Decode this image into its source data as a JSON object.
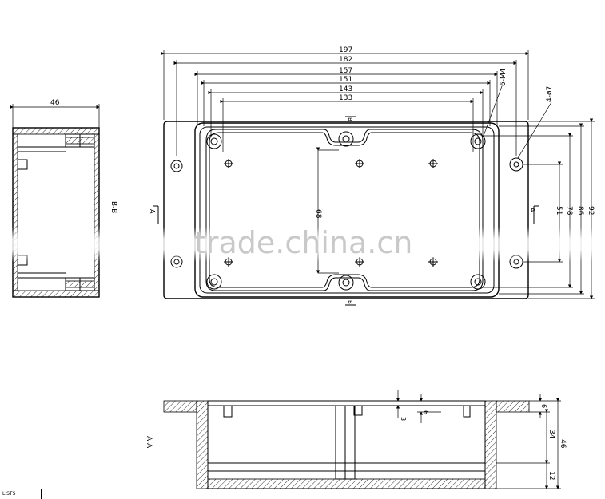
{
  "top_view": {
    "dims_horizontal": [
      "197",
      "182",
      "157",
      "151",
      "143",
      "133"
    ],
    "dims_vertical": [
      "92",
      "86",
      "78",
      "51"
    ],
    "inner_dim": "68",
    "callout_screws": "6-M4",
    "callout_holes": "4-ø7",
    "section_marks": {
      "a": "A",
      "b": "B"
    }
  },
  "side_view": {
    "width_dim": "46",
    "section_label": "B-B"
  },
  "section_view": {
    "section_label": "A-A",
    "dims": [
      "3",
      "6",
      "6",
      "34",
      "46",
      "12"
    ]
  },
  "watermark": "trade.china.cn",
  "footer_label": "LISTS"
}
